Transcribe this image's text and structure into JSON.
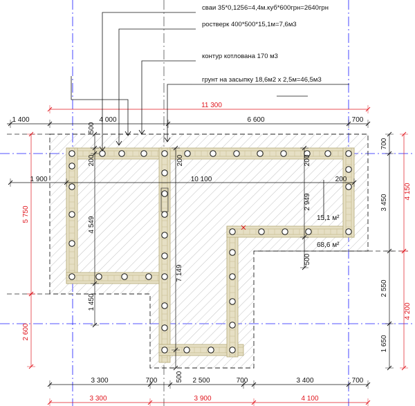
{
  "annotations": {
    "piles": "сваи 35*0,1256=4,4м.куб*600грн=2640грн",
    "grillage": "ростверк 400*500*15,1м=7,6м3",
    "pit_contour": "контур котлована 170 м3",
    "backfill": "грунт на засыпку 18,6м2 х 2,5м=46,5м3"
  },
  "areas": {
    "small": "15,1 м²",
    "large": "68,6 м²"
  },
  "dims": {
    "top_red": "11 300",
    "top_1400": "1 400",
    "top_4000": "4 000",
    "top_6600": "6 600",
    "top_700": "700",
    "inner_1900": "1 900",
    "inner_10100": "10 100",
    "v_500_top": "500",
    "v_200_a": "200",
    "v_200_b": "200",
    "v_200_c": "200",
    "h_200": "200",
    "v_4549": "4 549",
    "v_7149": "7 149",
    "v_2949": "2 949",
    "v_500_mid": "500",
    "v_1450": "1 450",
    "v_500_bot": "500",
    "left_5750": "5 750",
    "left_2600": "2 600",
    "right_700": "700",
    "right_3450": "3 450",
    "right_2550": "2 550",
    "right_1650": "1 650",
    "right_4150": "4 150",
    "right_4200": "4 200",
    "bot_3300": "3 300",
    "bot_700a": "700",
    "bot_2500": "2 500",
    "bot_700b": "700",
    "bot_3400": "3 400",
    "bot_700c": "700",
    "red_3300": "3 300",
    "red_3900": "3 900",
    "red_4100": "4 100"
  },
  "colors": {
    "grid_axis": "#1a1aff",
    "red_dim": "#e0141c",
    "grillage": "#c9bf9a",
    "hatch": "#9c9c9c",
    "ink": "#111111"
  }
}
